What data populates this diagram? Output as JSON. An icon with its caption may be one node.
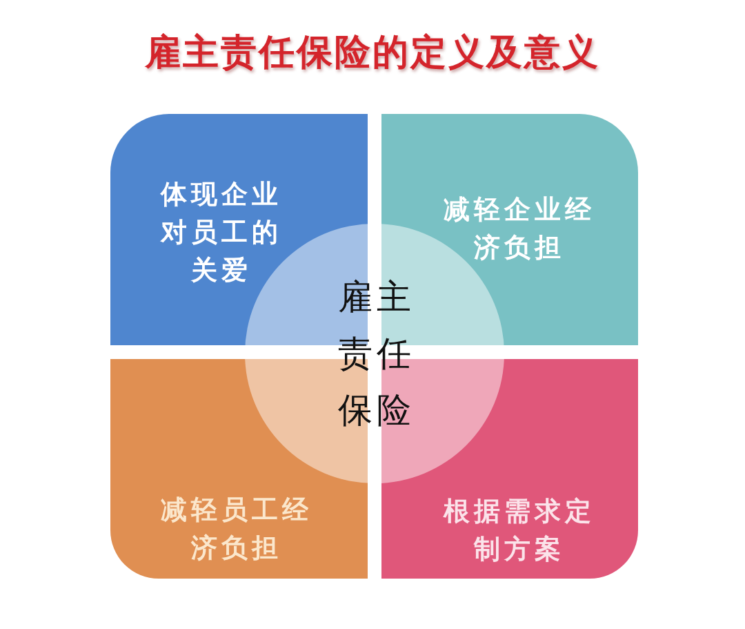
{
  "diagram": {
    "title": "雇主责任保险的定义及意义",
    "nodes": [
      {
        "text": [
          "体现企业对员工的关爱"
        ]
      },
      {
        "text": [
          "减轻企业经济负担"
        ]
      },
      {
        "text": [
          "雇主责任保险"
        ]
      },
      {
        "text": [
          "减轻员工经济负担"
        ]
      },
      {
        "text": [
          "根据需求定制方案"
        ]
      }
    ]
  }
}
